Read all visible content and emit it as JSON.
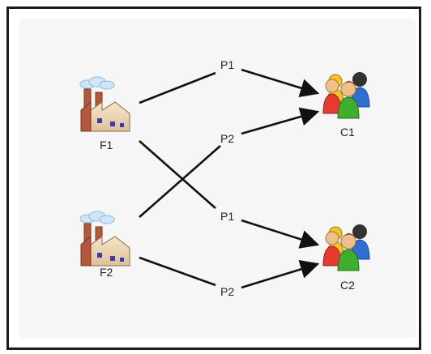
{
  "factories": [
    {
      "id": "F1",
      "label": "F1"
    },
    {
      "id": "F2",
      "label": "F2"
    }
  ],
  "customers": [
    {
      "id": "C1",
      "label": "C1"
    },
    {
      "id": "C2",
      "label": "C2"
    }
  ],
  "edges": [
    {
      "from": "F1",
      "to": "C1",
      "label": "P1"
    },
    {
      "from": "F2",
      "to": "C1",
      "label": "P2"
    },
    {
      "from": "F1",
      "to": "C2",
      "label": "P1"
    },
    {
      "from": "F2",
      "to": "C2",
      "label": "P2"
    }
  ],
  "colors": {
    "line": "#111111",
    "factory_brick": "#b5573a",
    "factory_wall": "#efd9b8",
    "smoke": "#cfe6f7",
    "person_red": "#e63b2e",
    "person_yellow": "#f3c624",
    "person_green": "#3fae2f",
    "person_blue": "#2f6fd1"
  },
  "icons": {
    "factory": "factory-icon",
    "customer": "customer-group-icon"
  }
}
